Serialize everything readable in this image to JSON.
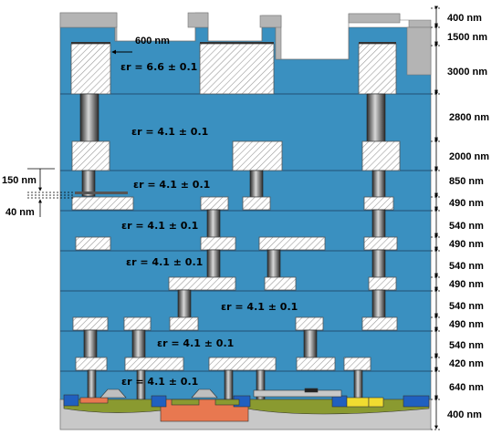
{
  "permittivity": {
    "top": "εr = 6.6 ± 0.1",
    "l1": "εr = 4.1 ± 0.1",
    "l2": "εr = 4.1 ± 0.1",
    "l3": "εr = 4.1 ± 0.1",
    "l4": "εr = 4.1 ± 0.1",
    "l5": "εr = 4.1 ± 0.1",
    "l6": "εr = 4.1 ± 0.1",
    "l7": "εr = 4.1 ± 0.1"
  },
  "dimensions": {
    "passivation": "400 nm",
    "top_metal": "1500 nm",
    "top_dielectric": "3000 nm",
    "via_top": "2800 nm",
    "metal_thick": "2000 nm",
    "d1": "850 nm",
    "m1": "490 nm",
    "d2": "540 nm",
    "m2": "490 nm",
    "d3": "540 nm",
    "m3": "490 nm",
    "d4": "540 nm",
    "m4": "490 nm",
    "d5": "540 nm",
    "m5": "420 nm",
    "d6": "640 nm",
    "substrate": "400 nm",
    "width": "600 nm",
    "mim_top": "150 nm",
    "mim_bottom": "40 nm"
  },
  "colors": {
    "dielectric": "#3a90c0",
    "metal": "#ffffff",
    "passivation": "#b4b4b4",
    "substrate": "#c8c8c8",
    "n_well": "#e87850",
    "p_well": "#8a9a30",
    "active": "#f0dc30",
    "sti": "#2060c0"
  }
}
